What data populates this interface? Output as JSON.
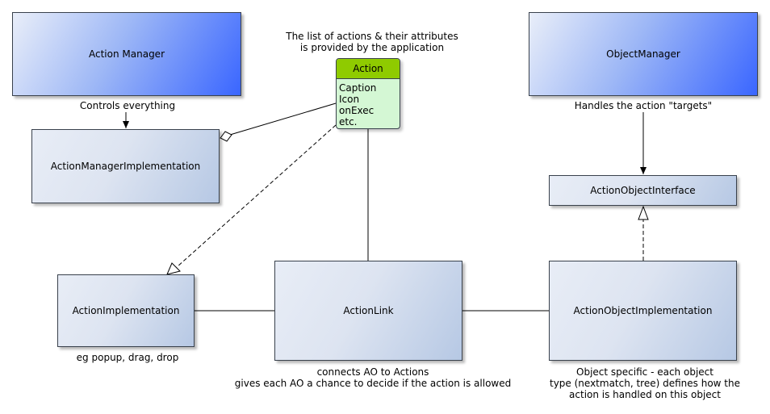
{
  "nodes": {
    "action_manager": "Action Manager",
    "object_manager": "ObjectManager",
    "action_manager_impl": "ActionManagerImplementation",
    "action_object_interface": "ActionObjectInterface",
    "action_implementation": "ActionImplementation",
    "action_link": "ActionLink",
    "action_object_impl": "ActionObjectImplementation",
    "action": {
      "title": "Action",
      "attributes": [
        "Caption",
        "Icon",
        "onExec",
        "etc."
      ]
    }
  },
  "annotations": {
    "actions_list": [
      "The list of actions & their attributes",
      "is provided by the application"
    ],
    "controls": "Controls everything",
    "handles": "Handles the action \"targets\"",
    "eg": "eg popup, drag, drop",
    "connects": [
      "connects AO to Actions",
      "gives each AO a chance to decide if the action is allowed"
    ],
    "object_specific": [
      "Object specific - each object",
      "type (nextmatch, tree) defines how the",
      "action is handled on this object"
    ]
  },
  "colors": {
    "blue_accent": "#3a66ff",
    "box_light": "#e8edf6",
    "box_dark": "#b6c8e4",
    "action_header": "#8fcb00",
    "action_body": "#d4f7d4",
    "line": "#000000"
  }
}
